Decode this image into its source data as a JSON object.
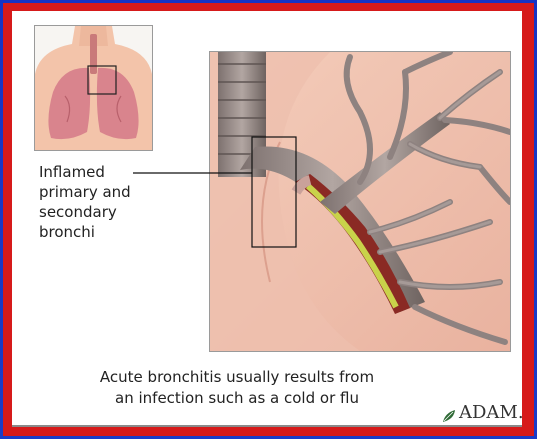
{
  "callout": {
    "lines": [
      "Inflamed",
      "primary and",
      "secondary",
      "bronchi"
    ]
  },
  "caption": {
    "lines": [
      "Acute bronchitis usually results from",
      "an infection such as a cold or flu"
    ]
  },
  "logo": {
    "text": "ADAM."
  },
  "colors": {
    "outer_border": "#1a3cc8",
    "inner_border": "#d61a1a",
    "lung_tissue": "#f2c6b4",
    "bronchi": "#9a8f8c",
    "inflamed_lining": "#c9d24a"
  }
}
